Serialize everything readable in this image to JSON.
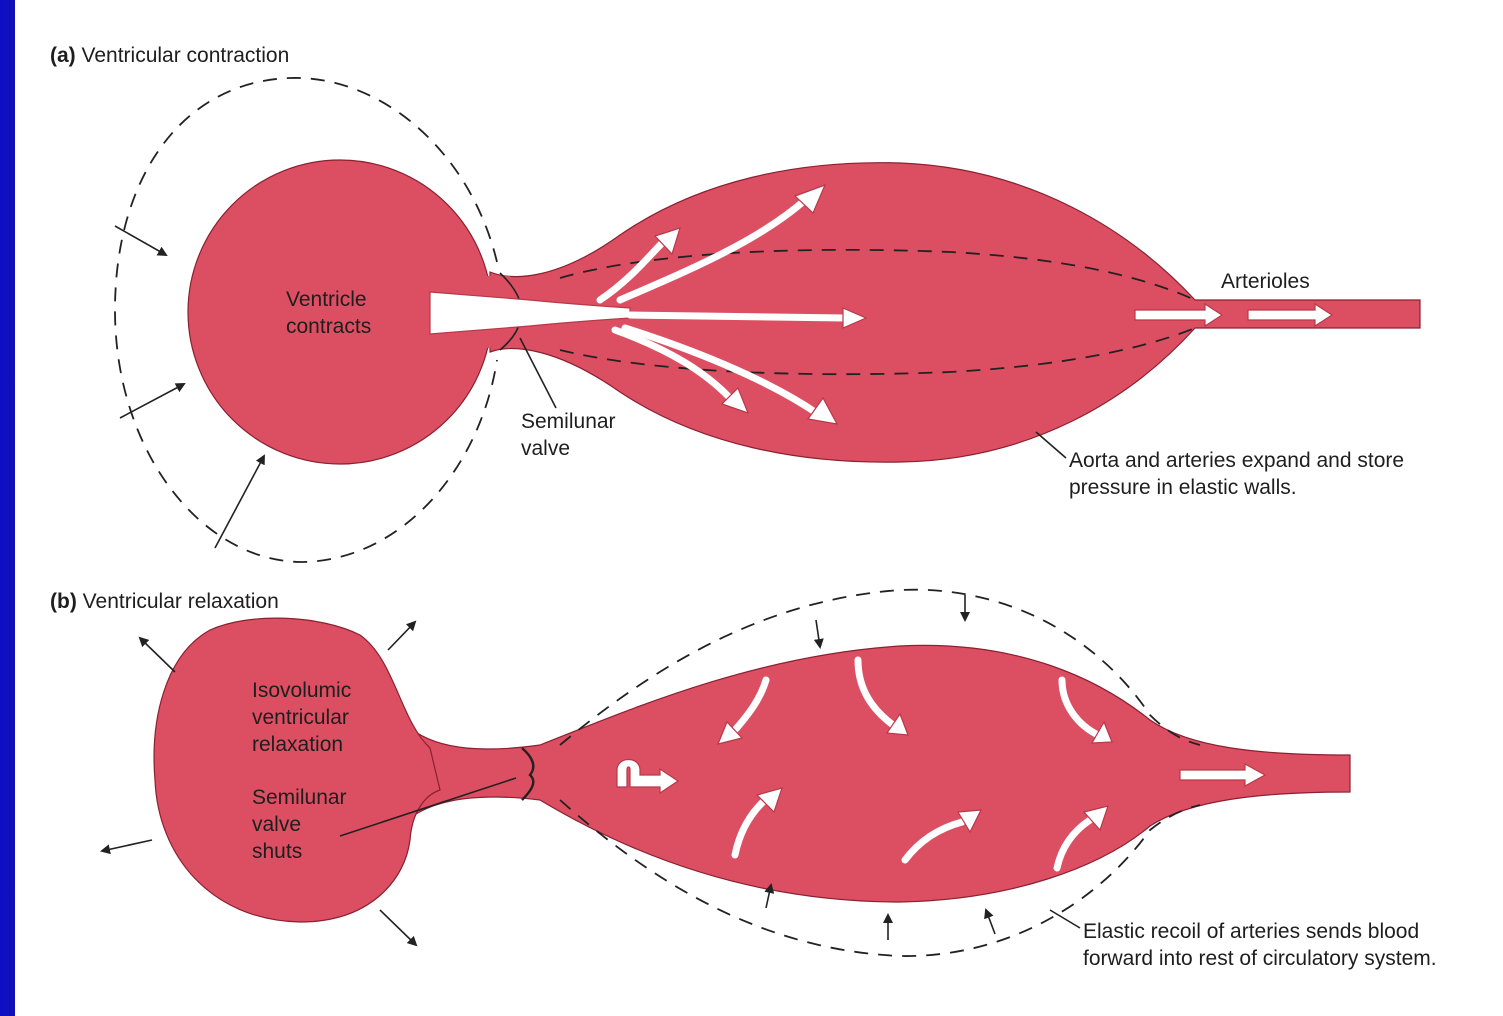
{
  "panel_a": {
    "label_letter": "(a)",
    "label_text": " Ventricular contraction",
    "ventricle": [
      "Ventricle",
      "contracts"
    ],
    "valve": [
      "Semilunar",
      "valve"
    ],
    "arterioles": "Arterioles",
    "aorta": [
      "Aorta and arteries expand and store",
      "pressure in elastic walls."
    ]
  },
  "panel_b": {
    "label_letter": "(b)",
    "label_text": " Ventricular relaxation",
    "ventricle": [
      "Isovolumic",
      "ventricular",
      "relaxation"
    ],
    "valve": [
      "Semilunar",
      "valve",
      "shuts"
    ],
    "recoil": [
      "Elastic recoil of arteries sends blood",
      "forward into rest of circulatory system."
    ]
  },
  "colors": {
    "tissue": "#dc4f62",
    "background": "#050585",
    "panel": "#ffffff"
  }
}
